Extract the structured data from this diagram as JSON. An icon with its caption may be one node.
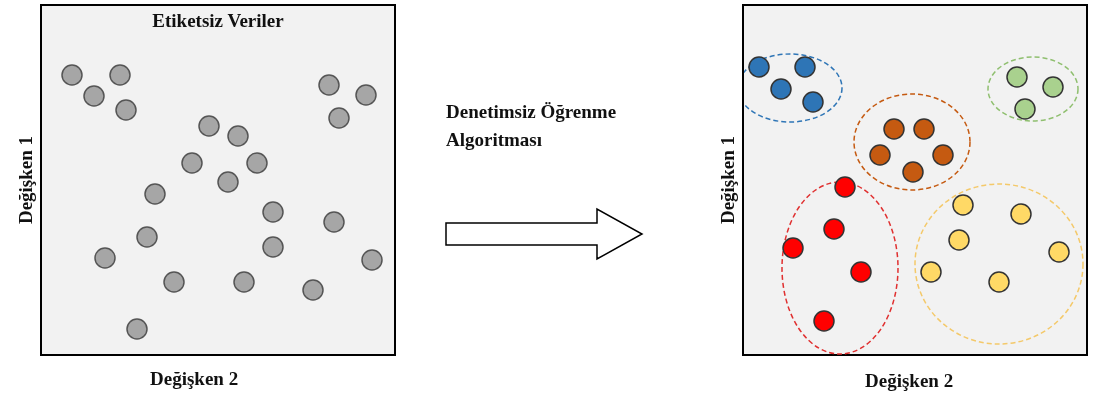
{
  "diagram": {
    "nodes": [
      {
        "text": [
          "Etiketsiz Veriler"
        ]
      },
      {
        "text": [],
        "shape": "box"
      }
    ],
    "edges": [
      {
        "from": 0,
        "to": 1,
        "arrow": "to",
        "label": "Denetimsiz Öğrenme Algoritması"
      }
    ],
    "labels": [
      "Değişken 1",
      "Değişken 2",
      "Değişken 1",
      "Değişken 2"
    ]
  }
}
